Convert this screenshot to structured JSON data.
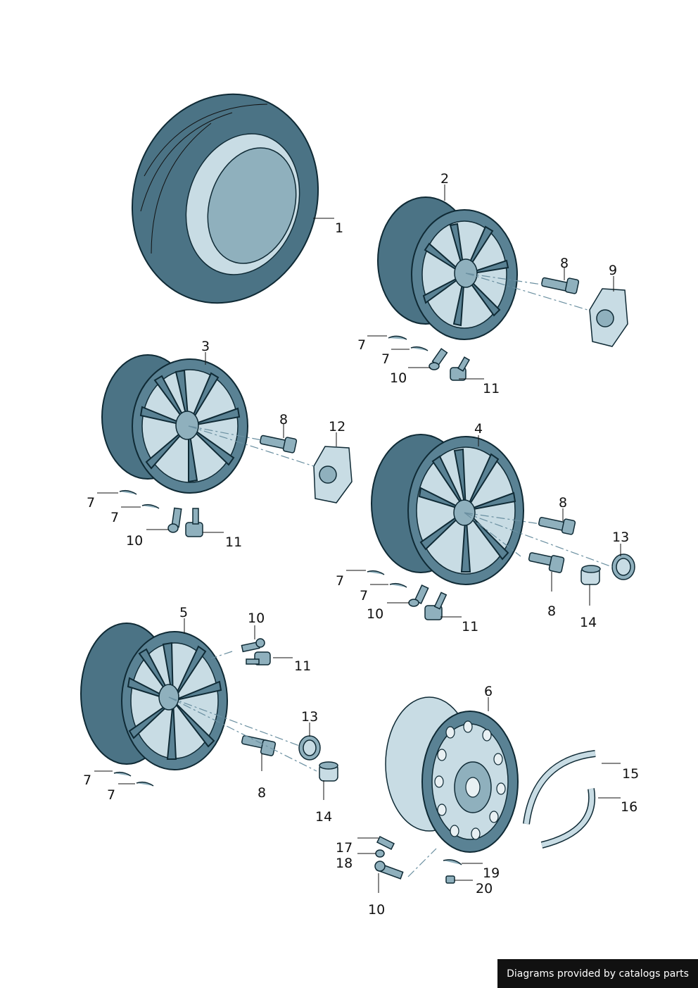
{
  "callouts": [
    {
      "id": "c1",
      "text": "1"
    },
    {
      "id": "c2",
      "text": "2"
    },
    {
      "id": "c3",
      "text": "3"
    },
    {
      "id": "c4",
      "text": "4"
    },
    {
      "id": "c5",
      "text": "5"
    },
    {
      "id": "c6",
      "text": "6"
    },
    {
      "id": "c7a",
      "text": "7"
    },
    {
      "id": "c7b",
      "text": "7"
    },
    {
      "id": "c7c",
      "text": "7"
    },
    {
      "id": "c7d",
      "text": "7"
    },
    {
      "id": "c7e",
      "text": "7"
    },
    {
      "id": "c7f",
      "text": "7"
    },
    {
      "id": "c7g",
      "text": "7"
    },
    {
      "id": "c7h",
      "text": "7"
    },
    {
      "id": "c8a",
      "text": "8"
    },
    {
      "id": "c8b",
      "text": "8"
    },
    {
      "id": "c8c",
      "text": "8"
    },
    {
      "id": "c8d",
      "text": "8"
    },
    {
      "id": "c8e",
      "text": "8"
    },
    {
      "id": "c9",
      "text": "9"
    },
    {
      "id": "c10a",
      "text": "10"
    },
    {
      "id": "c10b",
      "text": "10"
    },
    {
      "id": "c10c",
      "text": "10"
    },
    {
      "id": "c10d",
      "text": "10"
    },
    {
      "id": "c10e",
      "text": "10"
    },
    {
      "id": "c11a",
      "text": "11"
    },
    {
      "id": "c11b",
      "text": "11"
    },
    {
      "id": "c11c",
      "text": "11"
    },
    {
      "id": "c11d",
      "text": "11"
    },
    {
      "id": "c12",
      "text": "12"
    },
    {
      "id": "c13a",
      "text": "13"
    },
    {
      "id": "c13b",
      "text": "13"
    },
    {
      "id": "c14a",
      "text": "14"
    },
    {
      "id": "c14b",
      "text": "14"
    },
    {
      "id": "c15",
      "text": "15"
    },
    {
      "id": "c16",
      "text": "16"
    },
    {
      "id": "c17",
      "text": "17"
    },
    {
      "id": "c18",
      "text": "18"
    },
    {
      "id": "c19",
      "text": "19"
    },
    {
      "id": "c20",
      "text": "20"
    }
  ],
  "credit": "Diagrams provided by catalogs parts",
  "colors": {
    "part_fill": "#4b7385",
    "part_light": "#c8dce4",
    "outline": "#0f2a35",
    "leader": "#111111"
  }
}
